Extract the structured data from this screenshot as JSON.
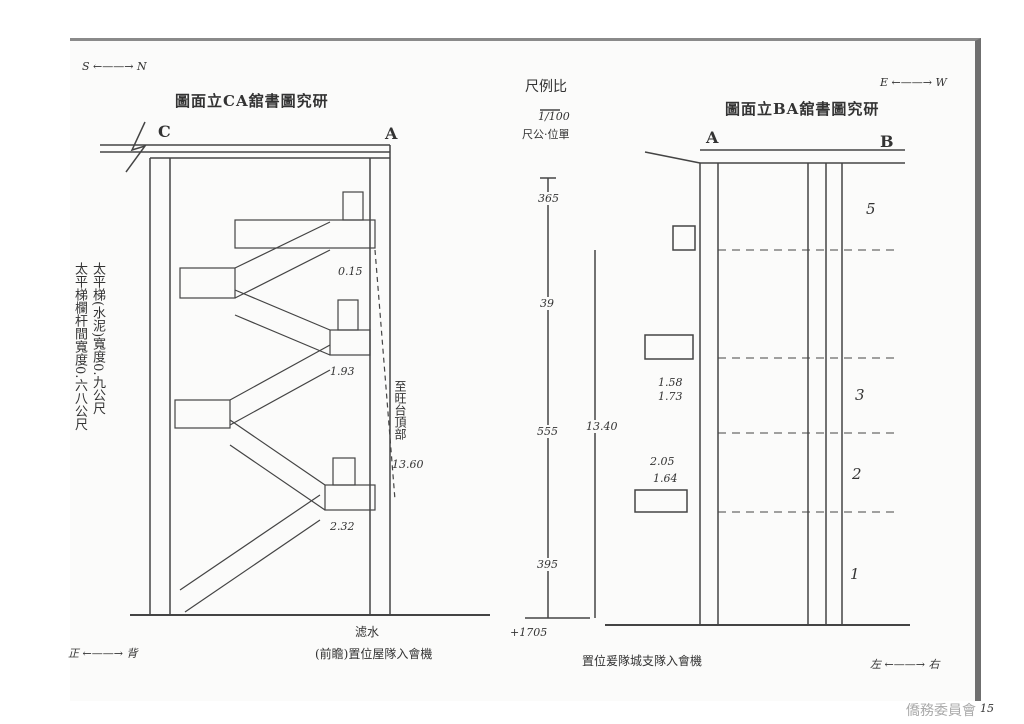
{
  "left_elevation": {
    "title": "圖面立CA舘書圖究研",
    "compass": {
      "left": "S",
      "right": "N"
    },
    "grid_labels": [
      "C",
      "A"
    ],
    "notes": [
      "太平梯(水泥)寬度0.九公尺",
      "太平梯欄杆間寬度0.六八公尺"
    ],
    "dims": {
      "tread": "0.15",
      "landing1": "1.93",
      "landing2": "2.32",
      "height": "13.60"
    },
    "height_note": "至旺台頂部",
    "bottom_compass": {
      "left": "正",
      "right": "背"
    },
    "callout1": "滤水",
    "callout2": "(前瞻)置位屋隊入會機"
  },
  "scale": {
    "label": "尺例比",
    "ratio": "1/100",
    "unit": "尺公·位單",
    "segments": [
      "365",
      "39",
      "555",
      "395"
    ],
    "base": "+1705"
  },
  "right_elevation": {
    "title": "圖面立BA舘書圖究研",
    "compass": {
      "left": "E",
      "right": "W"
    },
    "grid_labels": [
      "A",
      "B"
    ],
    "floors": [
      "5",
      "3",
      "2",
      "1"
    ],
    "dims": {
      "total": "13.40",
      "d1": "1.58",
      "d2": "1.73",
      "d3": "2.05",
      "d4": "1.64"
    },
    "bottom_compass": {
      "left": "左",
      "right": "右"
    },
    "callout": "置位爰隊城支隊入會機"
  },
  "page_number": "15",
  "watermark": "僑務委員會"
}
